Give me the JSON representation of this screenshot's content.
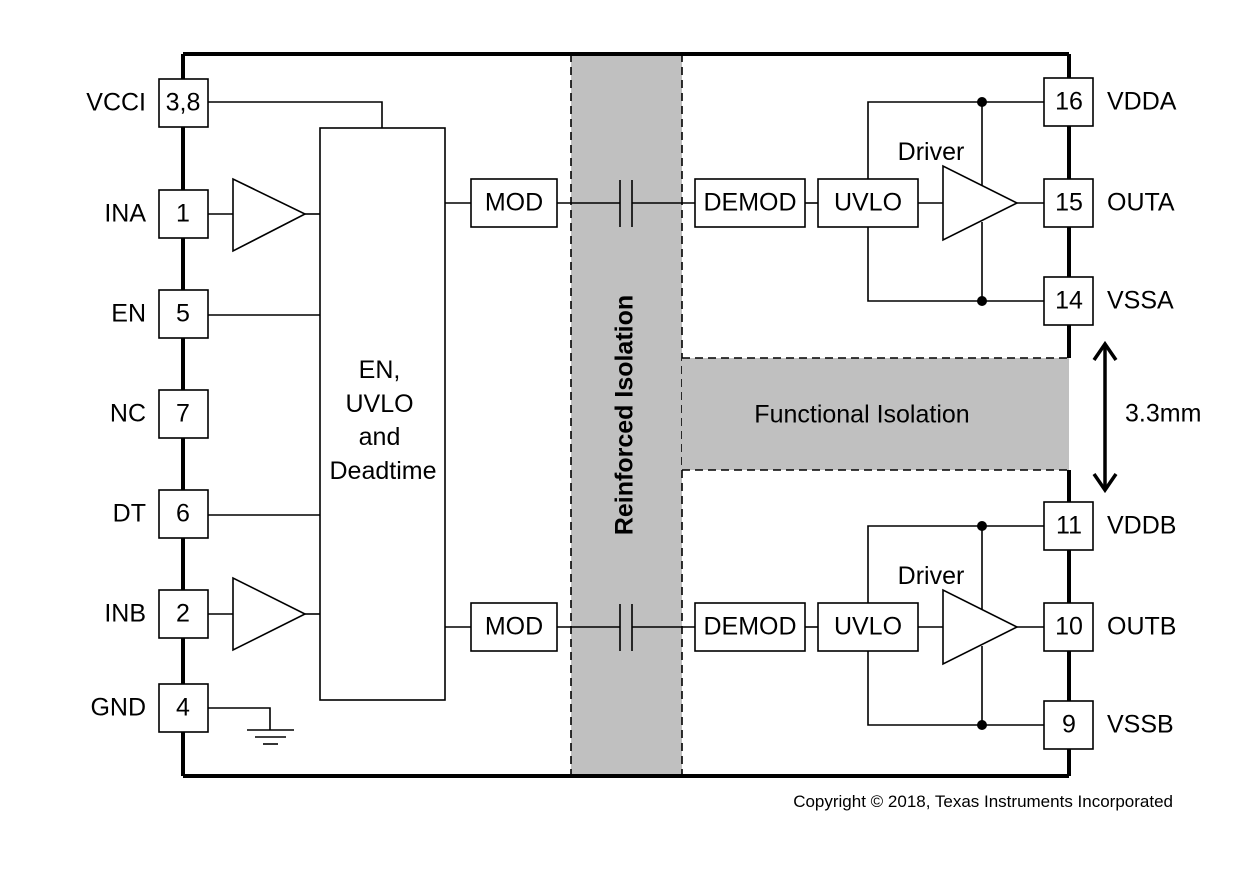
{
  "left_pins": [
    {
      "name": "VCCI",
      "num": "3,8"
    },
    {
      "name": "INA",
      "num": "1"
    },
    {
      "name": "EN",
      "num": "5"
    },
    {
      "name": "NC",
      "num": "7"
    },
    {
      "name": "DT",
      "num": "6"
    },
    {
      "name": "INB",
      "num": "2"
    },
    {
      "name": "GND",
      "num": "4"
    }
  ],
  "right_pins": [
    {
      "name": "VDDA",
      "num": "16"
    },
    {
      "name": "OUTA",
      "num": "15"
    },
    {
      "name": "VSSA",
      "num": "14"
    },
    {
      "name": "VDDB",
      "num": "11"
    },
    {
      "name": "OUTB",
      "num": "10"
    },
    {
      "name": "VSSB",
      "num": "9"
    }
  ],
  "blocks": {
    "control_lines": [
      "EN,",
      "UVLO",
      "and",
      "Deadtime"
    ],
    "mod": "MOD",
    "demod": "DEMOD",
    "uvlo": "UVLO",
    "driver": "Driver"
  },
  "isolation": {
    "reinforced": "Reinforced Isolation",
    "functional": "Functional Isolation",
    "distance": "3.3mm"
  },
  "copyright": "Copyright © 2018, Texas Instruments Incorporated",
  "colors": {
    "isolation_fill": "#c0c0c0",
    "line": "#000000"
  }
}
